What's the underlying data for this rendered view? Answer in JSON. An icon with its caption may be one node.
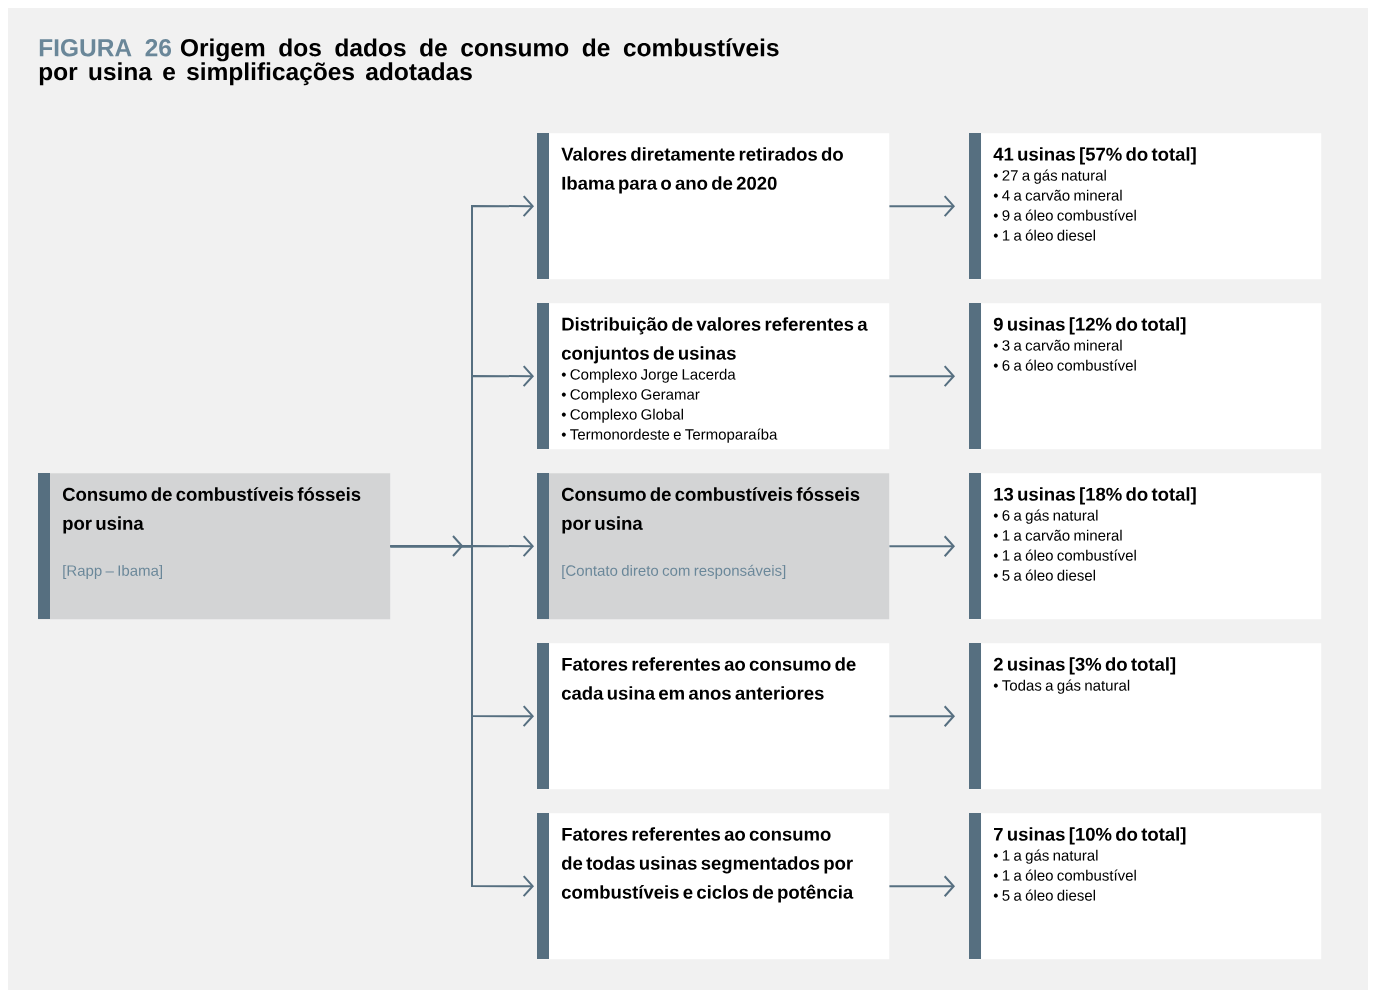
{
  "diagram": {
    "title": "Origem dos dados de consumo de combustíveis por usina e simplificações adotadas",
    "nodes": [
      {
        "text": [
          "Consumo de combustíveis fósseis por usina",
          "[Rapp – Ibama]"
        ]
      },
      {
        "text": [
          "Valores diretamente retirados do Ibama para o ano de 2020"
        ]
      },
      {
        "text": [
          "Distribuição de valores referentes a conjuntos de usinas",
          "• Complexo Jorge Lacerda",
          "• Complexo Geramar",
          "• Complexo Global",
          "• Termonordeste e Termoparaíba"
        ]
      },
      {
        "text": [
          "Consumo de combustíveis fósseis por usina",
          "[Contato direto com responsáveis]"
        ]
      },
      {
        "text": [
          "Fatores referentes ao consumo de cada usina em anos anteriores"
        ]
      },
      {
        "text": [
          "Fatores referentes ao consumo de todas usinas segmentados por combustíveis e ciclos de potência"
        ]
      },
      {
        "text": [
          "41 usinas [57% do total]",
          "• 27 a gás natural",
          "• 4 a carvão mineral",
          "• 9 a óleo combustível",
          "• 1 a óleo diesel"
        ]
      },
      {
        "text": [
          "9 usinas [12% do total]",
          "• 3 a carvão mineral",
          "• 6 a óleo combustível"
        ]
      },
      {
        "text": [
          "13 usinas [18% do total]",
          "• 6 a gás natural",
          "• 1 a carvão mineral",
          "• 1 a óleo combustível",
          "• 5 a óleo diesel"
        ]
      },
      {
        "text": [
          "2 usinas [3% do total]",
          "• Todas a gás natural"
        ]
      },
      {
        "text": [
          "7 usinas [10% do total]",
          "• 1 a gás natural",
          "• 1 a óleo combustível",
          "• 5 a óleo diesel"
        ]
      }
    ],
    "edges": [
      {
        "from": 0,
        "to": 1,
        "arrow": "to"
      },
      {
        "from": 0,
        "to": 2,
        "arrow": "to"
      },
      {
        "from": 0,
        "to": 3,
        "arrow": "to"
      },
      {
        "from": 0,
        "to": 4,
        "arrow": "to"
      },
      {
        "from": 0,
        "to": 5,
        "arrow": "to"
      },
      {
        "from": 1,
        "to": 6,
        "arrow": "to"
      },
      {
        "from": 2,
        "to": 7,
        "arrow": "to"
      },
      {
        "from": 3,
        "to": 8,
        "arrow": "to"
      },
      {
        "from": 4,
        "to": 9,
        "arrow": "to"
      },
      {
        "from": 5,
        "to": 10,
        "arrow": "to"
      }
    ],
    "labels": [
      "FIGURA 26"
    ]
  }
}
